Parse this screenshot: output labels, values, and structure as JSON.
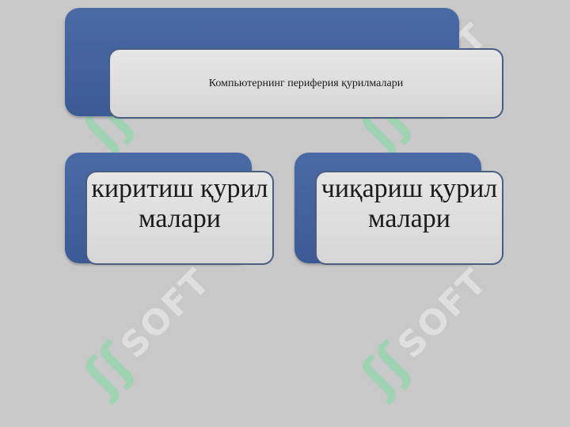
{
  "diagram": {
    "root_label": "Компьютернинг периферия қурилмалари",
    "children": [
      {
        "label": "киритиш қурилмалари"
      },
      {
        "label": "чиқариш қурилмалари"
      }
    ]
  },
  "watermark": {
    "symbol": "ʃʃ",
    "text": "SOFT"
  },
  "colors": {
    "background": "#c8c8c8",
    "box_back": "#3b5a96",
    "box_front": "#dcdcdc",
    "watermark_symbol": "#7fdca4"
  }
}
